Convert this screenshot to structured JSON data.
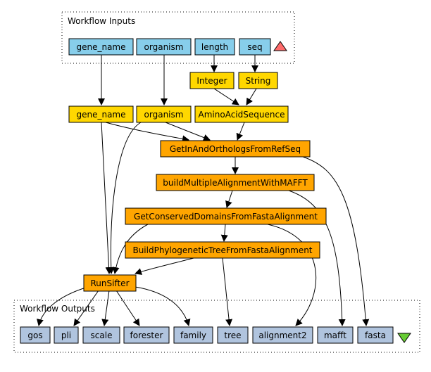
{
  "groups": {
    "inputs_title": "Workflow Inputs",
    "outputs_title": "Workflow Outputs"
  },
  "nodes": {
    "in_gene_name": "gene_name",
    "in_organism": "organism",
    "in_length": "length",
    "in_seq": "seq",
    "integer": "Integer",
    "string": "String",
    "gene_name": "gene_name",
    "organism": "organism",
    "amino": "AminoAcidSequence",
    "getin": "GetInAndOrthologsFromRefSeq",
    "buildmsa": "buildMultipleAlignmentWithMAFFT",
    "getcons": "GetConservedDomainsFromFastaAlignment",
    "buildtree": "BuildPhylogeneticTreeFromFastaAlignment",
    "runsifter": "RunSifter",
    "out_gos": "gos",
    "out_pli": "pli",
    "out_scale": "scale",
    "out_forester": "forester",
    "out_family": "family",
    "out_tree": "tree",
    "out_alignment2": "alignment2",
    "out_mafft": "mafft",
    "out_fasta": "fasta"
  },
  "colors": {
    "input_fill": "#87ceeb",
    "output_fill": "#b0c4de",
    "processor_fill": "#ffa500",
    "constant_fill": "#ffd700",
    "red_triangle": "#ff6b6b",
    "green_triangle": "#66cc33"
  },
  "icons": {
    "inputs_marker": "red-triangle-up-icon",
    "outputs_marker": "green-triangle-down-icon"
  }
}
